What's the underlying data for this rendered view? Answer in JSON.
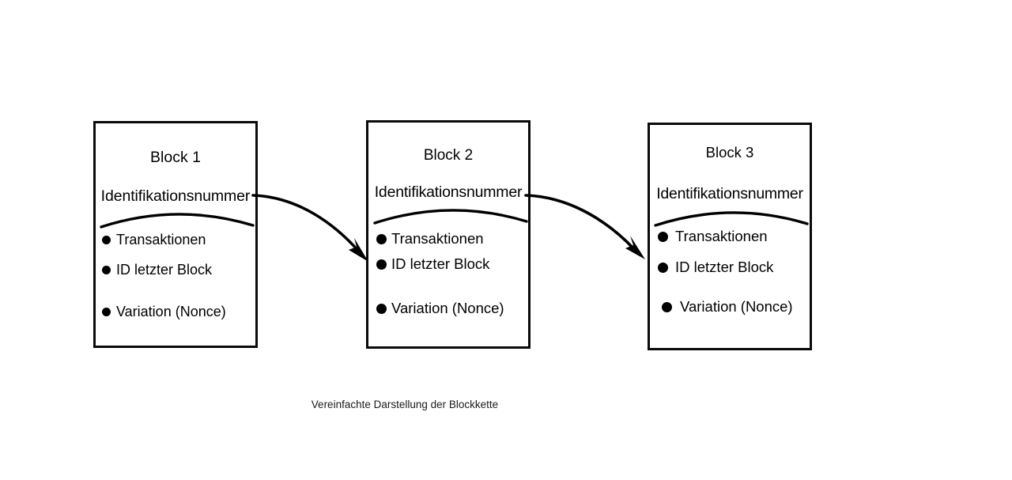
{
  "diagram": {
    "caption": "Vereinfachte Darstellung der Blockkette",
    "ink_color": "#000000",
    "background_color": "#ffffff",
    "blocks": [
      {
        "title": "Block 1",
        "id_label": "Identifikationsnummer",
        "items": [
          "Transaktionen",
          "ID letzter Block",
          "Variation (Nonce)"
        ]
      },
      {
        "title": "Block 2",
        "id_label": "Identifikationsnummer",
        "items": [
          "Transaktionen",
          "ID letzter Block",
          "Variation (Nonce)"
        ]
      },
      {
        "title": "Block 3",
        "id_label": "Identifikationsnummer",
        "items": [
          "Transaktionen",
          "ID letzter Block",
          "Variation (Nonce)"
        ]
      }
    ],
    "connectors": [
      {
        "from": "Block 1",
        "to": "Block 2",
        "style": "curved-arrow"
      },
      {
        "from": "Block 2",
        "to": "Block 3",
        "style": "curved-arrow"
      }
    ]
  }
}
